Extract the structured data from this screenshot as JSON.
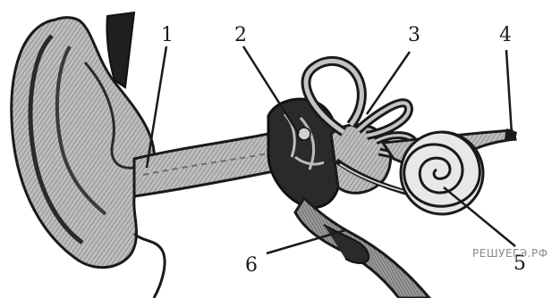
{
  "labels": [
    "1",
    "2",
    "3",
    "4",
    "5",
    "6"
  ],
  "watermark": "РЕШУЕГЭ.РФ",
  "colors": {
    "ink": "#1a1a1a",
    "shade": "#3a3a3a",
    "mid": "#8c8c8c",
    "light": "#cfcfcf",
    "paper": "#ffffff"
  }
}
